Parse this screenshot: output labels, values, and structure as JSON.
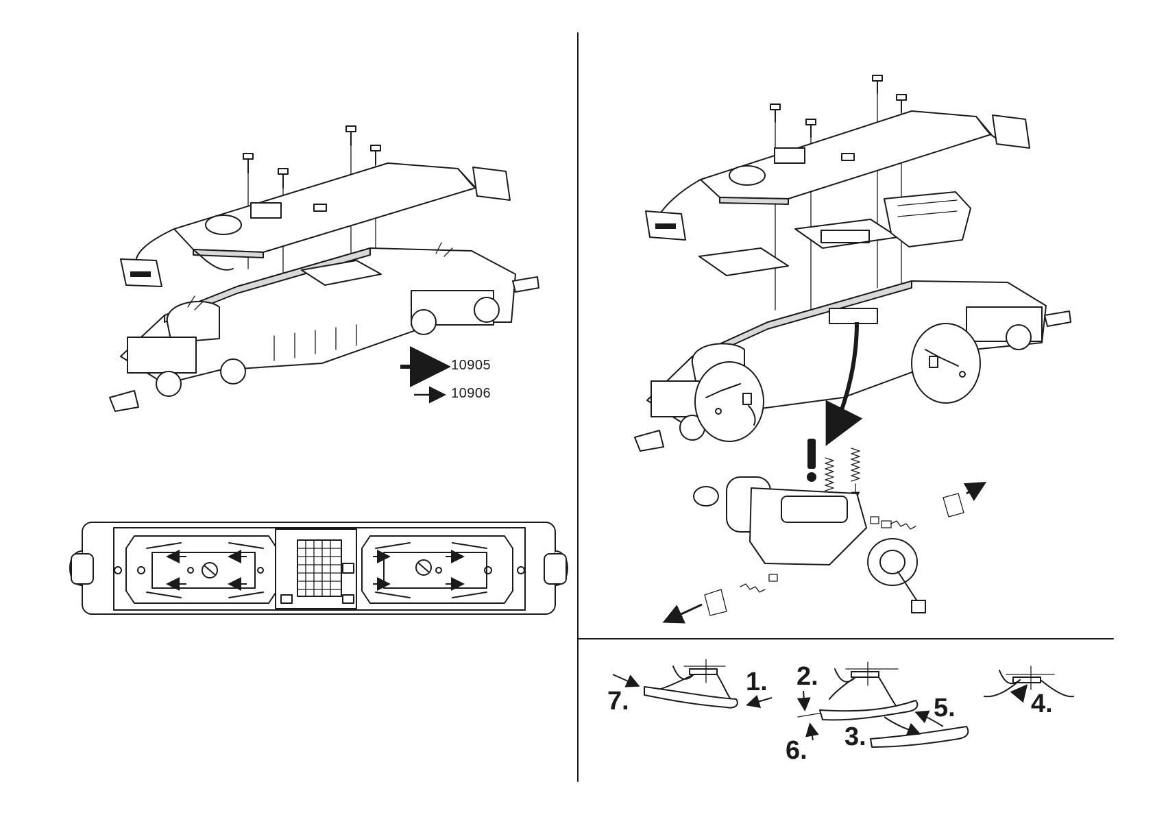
{
  "legend": [
    {
      "label": "10905",
      "arrow": "thick-arrow"
    },
    {
      "label": "10906",
      "arrow": "thin-arrow"
    }
  ],
  "steps": [
    "1.",
    "2.",
    "3.",
    "4.",
    "5.",
    "6.",
    "7."
  ],
  "icons": {
    "warning": "exclamation-mark",
    "screw": "screw-icon",
    "spring": "coil-spring-icon"
  },
  "colors": {
    "ink": "#1a1a1a",
    "paper": "#ffffff",
    "shade": "#d9d9d9"
  }
}
